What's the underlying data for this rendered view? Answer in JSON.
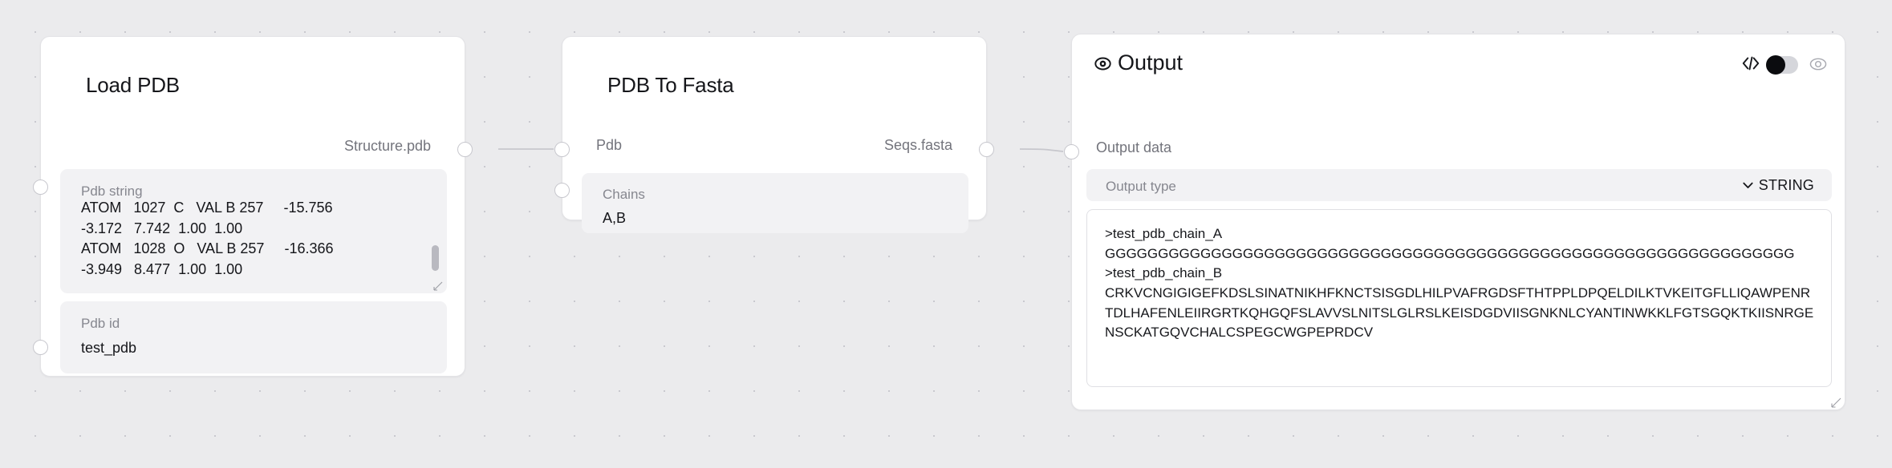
{
  "canvas": {
    "background_color": "#ebebed",
    "dot_grid": true
  },
  "nodes": [
    {
      "id": "load-pdb",
      "title": "Load PDB",
      "output_port_label": "Structure.pdb",
      "fields": [
        {
          "label": "Pdb string",
          "value": "ATOM   1027  C   VAL B 257     -15.756\n-3.172   7.742  1.00  1.00\nATOM   1028  O   VAL B 257     -16.366\n-3.949   8.477  1.00  1.00"
        },
        {
          "label": "Pdb id",
          "value": "test_pdb"
        }
      ]
    },
    {
      "id": "pdb-to-fasta",
      "title": "PDB To Fasta",
      "input_port_label": "Pdb",
      "output_port_label": "Seqs.fasta",
      "fields": [
        {
          "label": "Chains",
          "value": "A,B"
        }
      ]
    }
  ],
  "output_panel": {
    "title": "Output",
    "eye_icon": "eye-filled-icon",
    "code_icon": "code-brackets-icon",
    "toggle_state": "on",
    "visibility_icon": "eye-outline-icon",
    "input_port_label": "Output data",
    "output_type": {
      "label": "Output type",
      "value": "STRING",
      "chevron": "chevron-down-icon"
    },
    "fasta_text": ">test_pdb_chain_A\nGGGGGGGGGGGGGGGGGGGGGGGGGGGGGGGGGGGGGGGGGGGGGGGGGGGGGGGGGGGGGGGGG\n>test_pdb_chain_B\nCRKVCNGIGIGEFKDSLSINATNIKHFKNCTSISGDLHILPVAFRGDSFTHTPPLDPQELDILKTVKEITGFLLIQAWPENRTDLHAFENLEIIRGRTKQHGQFSLAVVSLNITSLGLRSLKEISDGDVIISGNKNLCYANTINWKKLFGTSGQKTKIISNRGENSCKATGQVCHALCSPEGCWGPEPRDCV"
  }
}
